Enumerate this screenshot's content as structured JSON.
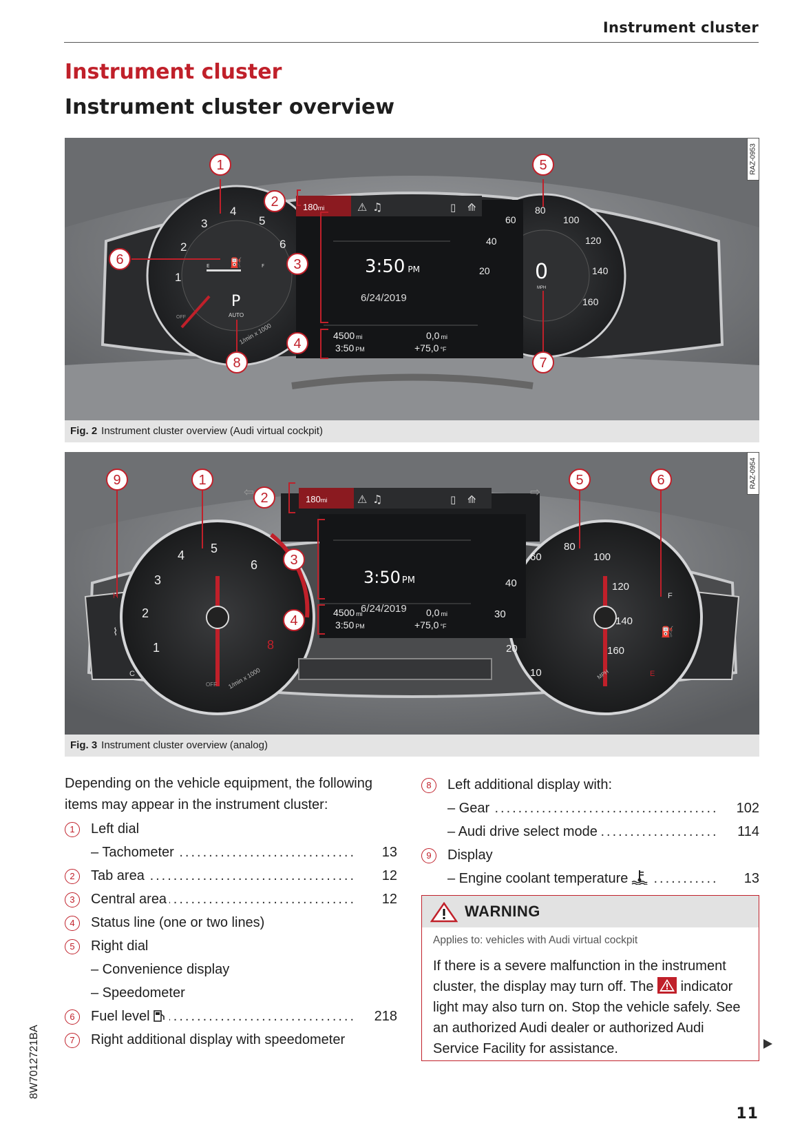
{
  "header": {
    "running_title": "Instrument cluster",
    "page_number": "11",
    "doc_code": "8W7012721BA"
  },
  "titles": {
    "chapter": "Instrument cluster",
    "section": "Instrument cluster overview"
  },
  "figure1": {
    "code": "RAZ-0953",
    "caption_label": "Fig. 2",
    "caption_text": "Instrument cluster overview (Audi virtual cockpit)",
    "callouts": [
      "1",
      "2",
      "3",
      "4",
      "5",
      "6",
      "7",
      "8"
    ],
    "tab": {
      "range": "180",
      "range_unit": "mi"
    },
    "center": {
      "time": "3:50",
      "ampm": "PM",
      "date": "6/24/2019"
    },
    "status": {
      "odo": "4500",
      "odo_unit": "mi",
      "trip": "0,0",
      "trip_unit": "mi",
      "time": "3:50",
      "ampm": "PM",
      "temp": "+75,0",
      "temp_unit": "°F"
    },
    "tach_labels": [
      "1",
      "2",
      "3",
      "4",
      "5",
      "6"
    ],
    "tach_unit": "1/min x 1000",
    "tach_off": "OFF",
    "gear": "P",
    "gear_mode": "AUTO",
    "fuel_e": "E",
    "fuel_f": "F",
    "speed_labels": [
      "20",
      "40",
      "60",
      "80",
      "100",
      "120",
      "140",
      "160"
    ],
    "speed_value": "0",
    "speed_unit": "MPH"
  },
  "figure2": {
    "code": "RAZ-0954",
    "caption_label": "Fig. 3",
    "caption_text": "Instrument cluster overview (analog)",
    "callouts": [
      "9",
      "1",
      "2",
      "3",
      "4",
      "5",
      "6"
    ],
    "tab": {
      "range": "180",
      "range_unit": "mi"
    },
    "center": {
      "time": "3:50",
      "ampm": "PM",
      "date": "6/24/2019"
    },
    "status": {
      "odo": "4500",
      "odo_unit": "mi",
      "trip": "0,0",
      "trip_unit": "mi",
      "time": "3:50",
      "ampm": "PM",
      "temp": "+75,0",
      "temp_unit": "°F"
    },
    "tach_labels": [
      "1",
      "2",
      "3",
      "4",
      "5",
      "6",
      "8"
    ],
    "tach_unit": "1/min x 1000",
    "tach_off": "OFF",
    "speed_labels": [
      "10",
      "20",
      "30",
      "40",
      "60",
      "80",
      "100",
      "120",
      "140",
      "160"
    ],
    "speed_unit": "MPH",
    "temp_h": "H",
    "temp_c": "C",
    "fuel_f": "F",
    "fuel_e": "E"
  },
  "intro": "Depending on the vehicle equipment, the following items may appear in the instrument cluster:",
  "items_left": [
    {
      "type": "num",
      "num": "1",
      "label": "Left dial"
    },
    {
      "type": "sub",
      "label": "– Tachometer",
      "page": "13"
    },
    {
      "type": "num",
      "num": "2",
      "label": "Tab area",
      "page": "12"
    },
    {
      "type": "num",
      "num": "3",
      "label": "Central area",
      "page": "12"
    },
    {
      "type": "num",
      "num": "4",
      "label": "Status line (one or two lines)"
    },
    {
      "type": "num",
      "num": "5",
      "label": "Right dial"
    },
    {
      "type": "sub",
      "label": "– Convenience display"
    },
    {
      "type": "sub",
      "label": "– Speedometer"
    },
    {
      "type": "num",
      "num": "6",
      "label": "Fuel level",
      "page": "218",
      "icon": "fuel-icon"
    },
    {
      "type": "num",
      "num": "7",
      "label": "Right additional display with speedometer"
    }
  ],
  "items_right": [
    {
      "type": "num",
      "num": "8",
      "label": "Left additional display with:"
    },
    {
      "type": "sub",
      "label": "– Gear",
      "page": "102"
    },
    {
      "type": "sub",
      "label": "– Audi drive select mode",
      "page": "114"
    },
    {
      "type": "num",
      "num": "9",
      "label": "Display"
    },
    {
      "type": "sub",
      "label": "– Engine coolant temperature",
      "page": "13",
      "icon": "coolant-icon"
    }
  ],
  "warning": {
    "title": "WARNING",
    "applies": "Applies to: vehicles with Audi virtual cockpit",
    "text_before": "If there is a severe malfunction in the instrument cluster, the display may turn off. The",
    "text_after": "indicator light may also turn on. Stop the vehicle safely. See an authorized Audi dealer or authorized Audi Service Facility for assistance."
  },
  "colors": {
    "accent": "#c0202a",
    "caption_bg": "#e4e4e4",
    "warn_head_bg": "#e2e2e2"
  }
}
